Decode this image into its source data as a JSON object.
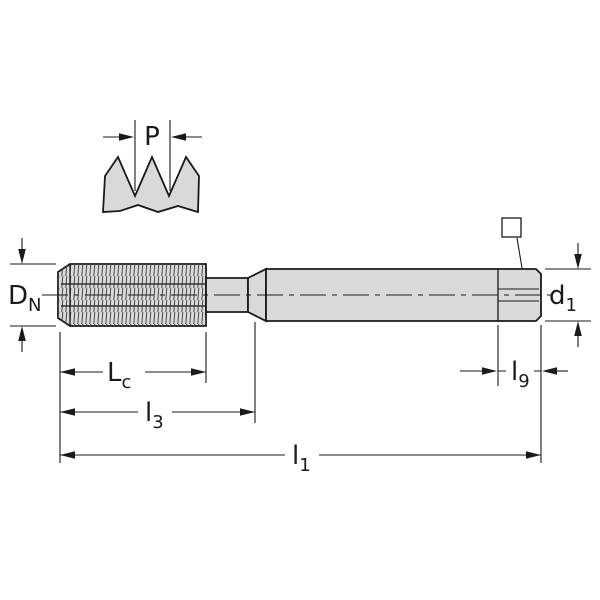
{
  "diagram": {
    "labels": {
      "pitch": "P",
      "nominal_diameter_main": "D",
      "nominal_diameter_sub": "N",
      "shank_diameter_main": "d",
      "shank_diameter_sub": "1",
      "thread_length_main": "L",
      "thread_length_sub": "c",
      "length_l3_main": "l",
      "length_l3_sub": "3",
      "overall_length_main": "l",
      "overall_length_sub": "1",
      "square_length_main": "l",
      "square_length_sub": "9"
    },
    "colors": {
      "body_fill": "#d9d9d9",
      "profile_fill": "#d9d9d9",
      "outline": "#1a1a1a",
      "background": "#ffffff"
    }
  }
}
